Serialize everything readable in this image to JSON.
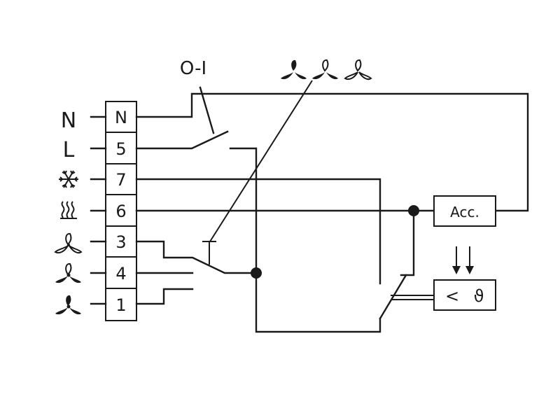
{
  "terminals": {
    "n": "N",
    "t5": "5",
    "t7": "7",
    "t6": "6",
    "t3": "3",
    "t4": "4",
    "t1": "1"
  },
  "lines": {
    "neutral": "N",
    "live": "L"
  },
  "icons": {
    "cooling": "snowflake-icon",
    "heating": "heat-waves-icon",
    "fan_low": "fan-low-icon",
    "fan_medium": "fan-medium-icon",
    "fan_high": "fan-high-icon",
    "speed_selector": "three-fan-speeds-icon"
  },
  "switch": {
    "on_off": "O-I"
  },
  "components": {
    "accessory": "Acc.",
    "thermostat_lt": "<",
    "thermostat_theta": "ϑ"
  }
}
